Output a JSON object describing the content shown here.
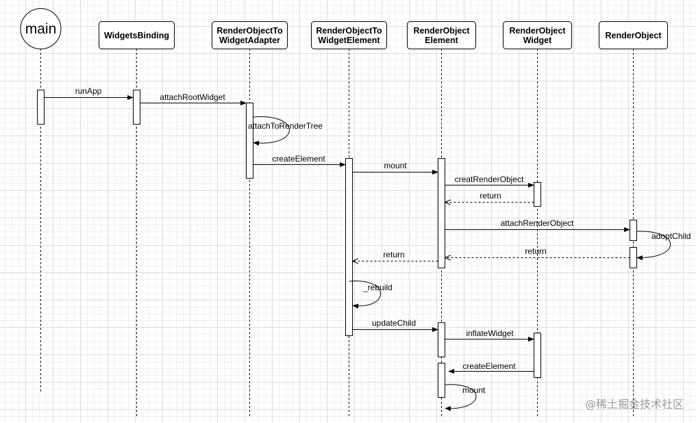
{
  "participants": {
    "main": "main",
    "widgets_binding": "WidgetsBinding",
    "adapter": [
      "RenderObjectTo",
      "WidgetAdapter"
    ],
    "to_widget_element": [
      "RenderObjectTo",
      "WidgetElement"
    ],
    "ro_element": [
      "RenderObject",
      "Element"
    ],
    "ro_widget": [
      "RenderObject",
      "Widget"
    ],
    "render_object": "RenderObject"
  },
  "messages": {
    "run_app": "runApp",
    "attach_root_widget": "attachRootWidget",
    "attach_to_render_tree": "attachToRenderTree",
    "create_element_1": "createElement",
    "mount_1": "mount",
    "creat_render_object": "creatRenderObject",
    "return_1": "return",
    "attach_render_object": "attachRenderObject",
    "adopt_child": "adoptChild",
    "return_2": "return",
    "return_3": "return",
    "rebuild": "_rebuild",
    "update_child": "updateChild",
    "inflate_widget": "inflateWidget",
    "create_element_2": "createElement",
    "mount_2": "mount"
  },
  "watermark": "@稀土掘金技术社区",
  "colors": {
    "line": "#000000",
    "box_fill": "#ffffff",
    "grid": "#dcdcdc",
    "watermark": "#9a9a9a"
  }
}
